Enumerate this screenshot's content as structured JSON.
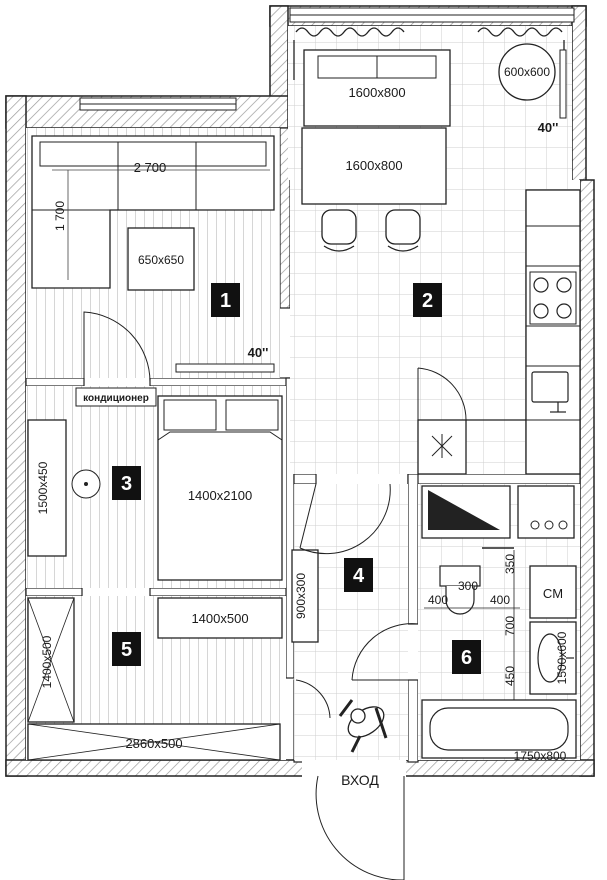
{
  "rooms": [
    {
      "number": "1"
    },
    {
      "number": "2"
    },
    {
      "number": "3"
    },
    {
      "number": "4"
    },
    {
      "number": "5"
    },
    {
      "number": "6"
    }
  ],
  "labels": {
    "sofa_room2": "1600x800",
    "table_room2": "1600x800",
    "round_table": "600x600",
    "tv_room2": "40''",
    "sofa_length": "2 700",
    "sofa_depth": "1 700",
    "coffee_table": "650x650",
    "tv_room1": "40''",
    "conditioner": "кондиционер",
    "bed": "1400x2100",
    "wardrobe_room3": "1500x450",
    "dresser": "1400x500",
    "wardrobe_room5": "1400x500",
    "wardrobe_long": "2860x500",
    "hall_wardrobe": "900x300",
    "toilet": "300",
    "gap_left": "400",
    "gap_right": "400",
    "dim_350": "350",
    "dim_700": "700",
    "dim_450": "450",
    "dim_800": "800",
    "washer": "CM",
    "sink": "1500x600",
    "bathtub": "1750x800",
    "entrance": "ВХОД"
  },
  "colors": {
    "wall": "#222222",
    "hatch": "#9a9a9a",
    "tile_grid": "#cfcfcf",
    "floor_stripe": "#d6d6d6",
    "room_badge": "#111111"
  }
}
